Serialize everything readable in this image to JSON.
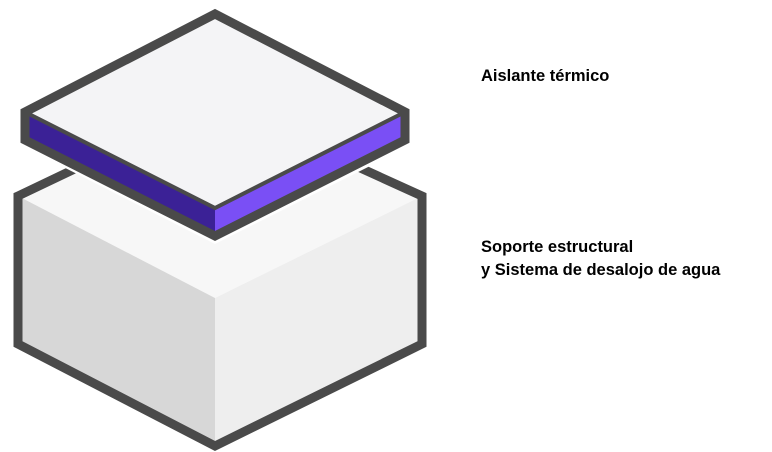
{
  "labels": {
    "top": "Aislante térmico",
    "bottom_line1": "Soporte estructural",
    "bottom_line2": "y Sistema de desalojo de agua"
  },
  "colors": {
    "outline": "#4a4a4a",
    "insulation_edge_left": "#3b2196",
    "insulation_edge_right": "#7a4ff5",
    "insulation_top": "#f4f4f6",
    "block_top": "#f7f7f7",
    "block_left": "#d7d7d7",
    "block_right": "#eeeeee",
    "text": "#000000"
  }
}
